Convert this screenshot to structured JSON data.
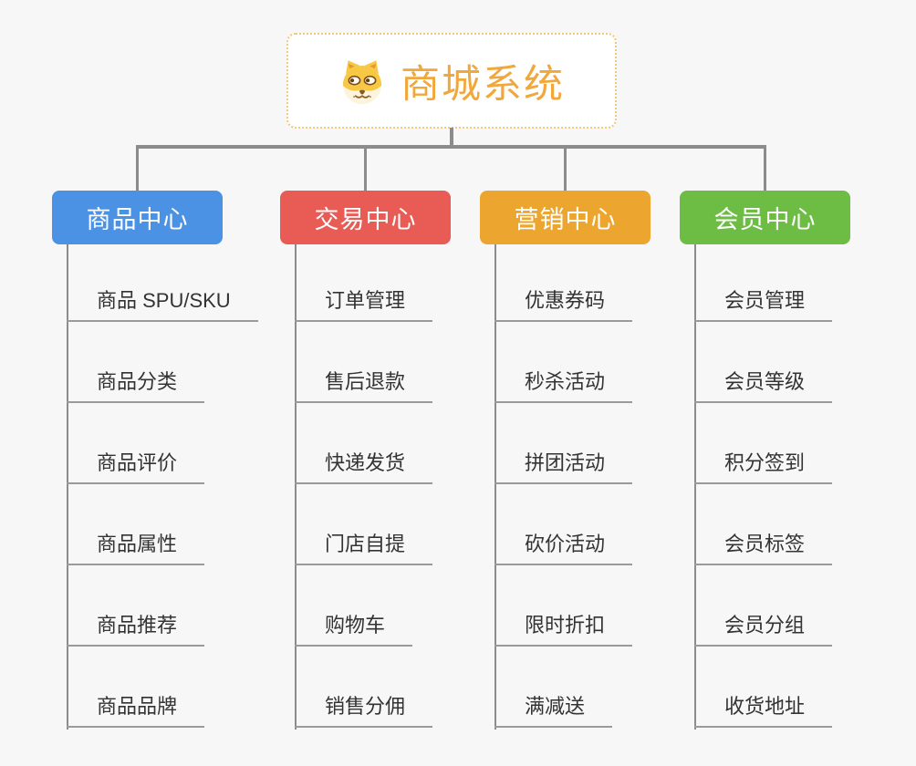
{
  "canvas": {
    "background": "#f7f7f8"
  },
  "root": {
    "label": "商城系统",
    "icon": "shiba-dog-icon",
    "text_color": "#f0a73b",
    "border_color": "#f3c57e",
    "background": "#ffffff"
  },
  "connector_color": "#8c8c8c",
  "underline_color": "#9a9a9a",
  "child_text_color": "#333333",
  "branches": [
    {
      "id": "product-center",
      "label": "商品中心",
      "color": "#4b92e5",
      "children": [
        "商品 SPU/SKU",
        "商品分类",
        "商品评价",
        "商品属性",
        "商品推荐",
        "商品品牌"
      ]
    },
    {
      "id": "trade-center",
      "label": "交易中心",
      "color": "#e95b55",
      "children": [
        "订单管理",
        "售后退款",
        "快递发货",
        "门店自提",
        "购物车",
        "销售分佣"
      ]
    },
    {
      "id": "marketing-center",
      "label": "营销中心",
      "color": "#eca62f",
      "children": [
        "优惠券码",
        "秒杀活动",
        "拼团活动",
        "砍价活动",
        "限时折扣",
        "满减送"
      ]
    },
    {
      "id": "member-center",
      "label": "会员中心",
      "color": "#6dbd45",
      "children": [
        "会员管理",
        "会员等级",
        "积分签到",
        "会员标签",
        "会员分组",
        "收货地址"
      ]
    }
  ]
}
